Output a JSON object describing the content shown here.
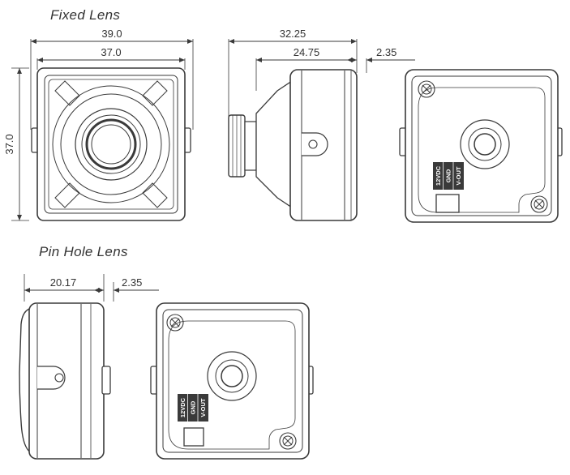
{
  "sections": {
    "fixed": {
      "title": "Fixed Lens",
      "dims": {
        "front_total_width": "39.0",
        "front_body_width": "37.0",
        "front_height": "37.0",
        "side_total_depth": "32.25",
        "side_body_depth": "24.75",
        "back_plate": "2.35"
      },
      "connector": {
        "pin1": "12VDC",
        "pin2": "GND",
        "pin3": "V-OUT"
      }
    },
    "pinhole": {
      "title": "Pin Hole Lens",
      "dims": {
        "side_body_depth": "20.17",
        "back_plate": "2.35"
      },
      "connector": {
        "pin1": "12VDC",
        "pin2": "GND",
        "pin3": "V-OUT"
      }
    }
  },
  "colors": {
    "line": "#3a3a3a",
    "fill": "#ffffff",
    "shade": "#dcdcdc"
  }
}
